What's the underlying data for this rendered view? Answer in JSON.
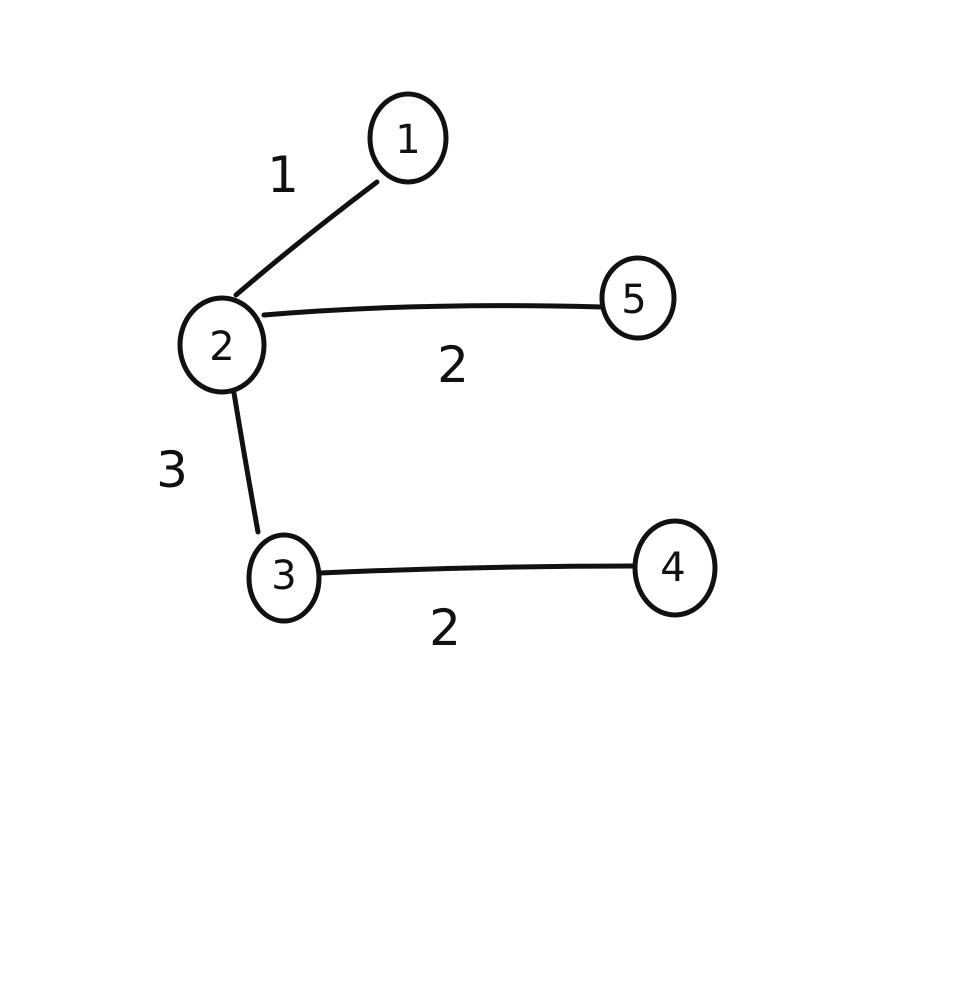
{
  "graph": {
    "nodes": [
      {
        "id": "1",
        "label": "1"
      },
      {
        "id": "2",
        "label": "2"
      },
      {
        "id": "3",
        "label": "3"
      },
      {
        "id": "4",
        "label": "4"
      },
      {
        "id": "5",
        "label": "5"
      }
    ],
    "edges": [
      {
        "from": "1",
        "to": "2",
        "weight": "1"
      },
      {
        "from": "2",
        "to": "5",
        "weight": "2"
      },
      {
        "from": "2",
        "to": "3",
        "weight": "3"
      },
      {
        "from": "3",
        "to": "4",
        "weight": "2"
      }
    ]
  },
  "style": {
    "ink": "#111111",
    "background": "#ffffff"
  }
}
